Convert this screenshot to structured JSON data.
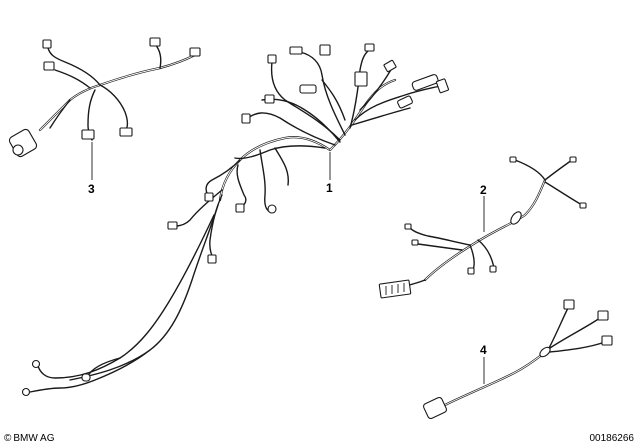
{
  "callouts": {
    "part1": "1",
    "part2": "2",
    "part3": "3",
    "part4": "4"
  },
  "footer": {
    "copyright_symbol": "©",
    "brand": "BMW AG",
    "diagram_number": "00186266"
  },
  "colors": {
    "line": "#1a1a1a",
    "background": "#ffffff"
  }
}
